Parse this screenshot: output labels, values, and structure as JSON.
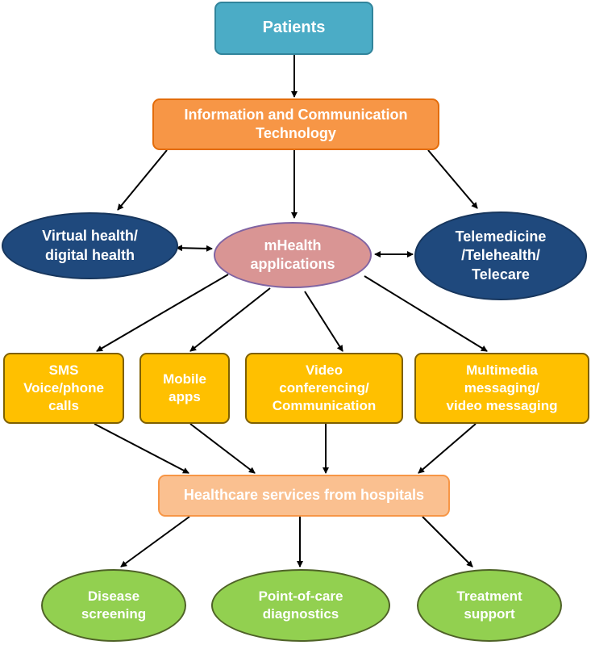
{
  "nodes": {
    "patients": "Patients",
    "ict": "Information and Communication\nTechnology",
    "virtual_health": "Virtual health/\ndigital health",
    "mhealth": "mHealth\napplications",
    "telemedicine": "Telemedicine\n/Telehealth/\nTelecare",
    "sms": "SMS\nVoice/phone\ncalls",
    "mobile_apps": "Mobile\napps",
    "video": "Video\nconferencing/\nCommunication",
    "multimedia": "Multimedia\nmessaging/\nvideo messaging",
    "healthcare": "Healthcare services from hospitals",
    "disease": "Disease\nscreening",
    "poc": "Point-of-care\ndiagnostics",
    "treatment": "Treatment\nsupport"
  },
  "edges": [
    {
      "from": "patients",
      "to": "ict"
    },
    {
      "from": "ict",
      "to": "virtual_health"
    },
    {
      "from": "ict",
      "to": "mhealth"
    },
    {
      "from": "ict",
      "to": "telemedicine"
    },
    {
      "from": "virtual_health",
      "to": "mhealth",
      "bidirectional": true
    },
    {
      "from": "mhealth",
      "to": "telemedicine",
      "bidirectional": true
    },
    {
      "from": "mhealth",
      "to": "sms"
    },
    {
      "from": "mhealth",
      "to": "mobile_apps"
    },
    {
      "from": "mhealth",
      "to": "video"
    },
    {
      "from": "mhealth",
      "to": "multimedia"
    },
    {
      "from": "sms",
      "to": "healthcare"
    },
    {
      "from": "mobile_apps",
      "to": "healthcare"
    },
    {
      "from": "video",
      "to": "healthcare"
    },
    {
      "from": "multimedia",
      "to": "healthcare"
    },
    {
      "from": "healthcare",
      "to": "disease"
    },
    {
      "from": "healthcare",
      "to": "poc"
    },
    {
      "from": "healthcare",
      "to": "treatment"
    }
  ],
  "colors": {
    "patients": "#4bacc6",
    "ict": "#f79646",
    "ellipse_dark_blue": "#1f497d",
    "mhealth": "#d99594",
    "channel_boxes": "#ffc000",
    "healthcare": "#fac090",
    "outcomes": "#92d050",
    "arrow": "#000000"
  }
}
